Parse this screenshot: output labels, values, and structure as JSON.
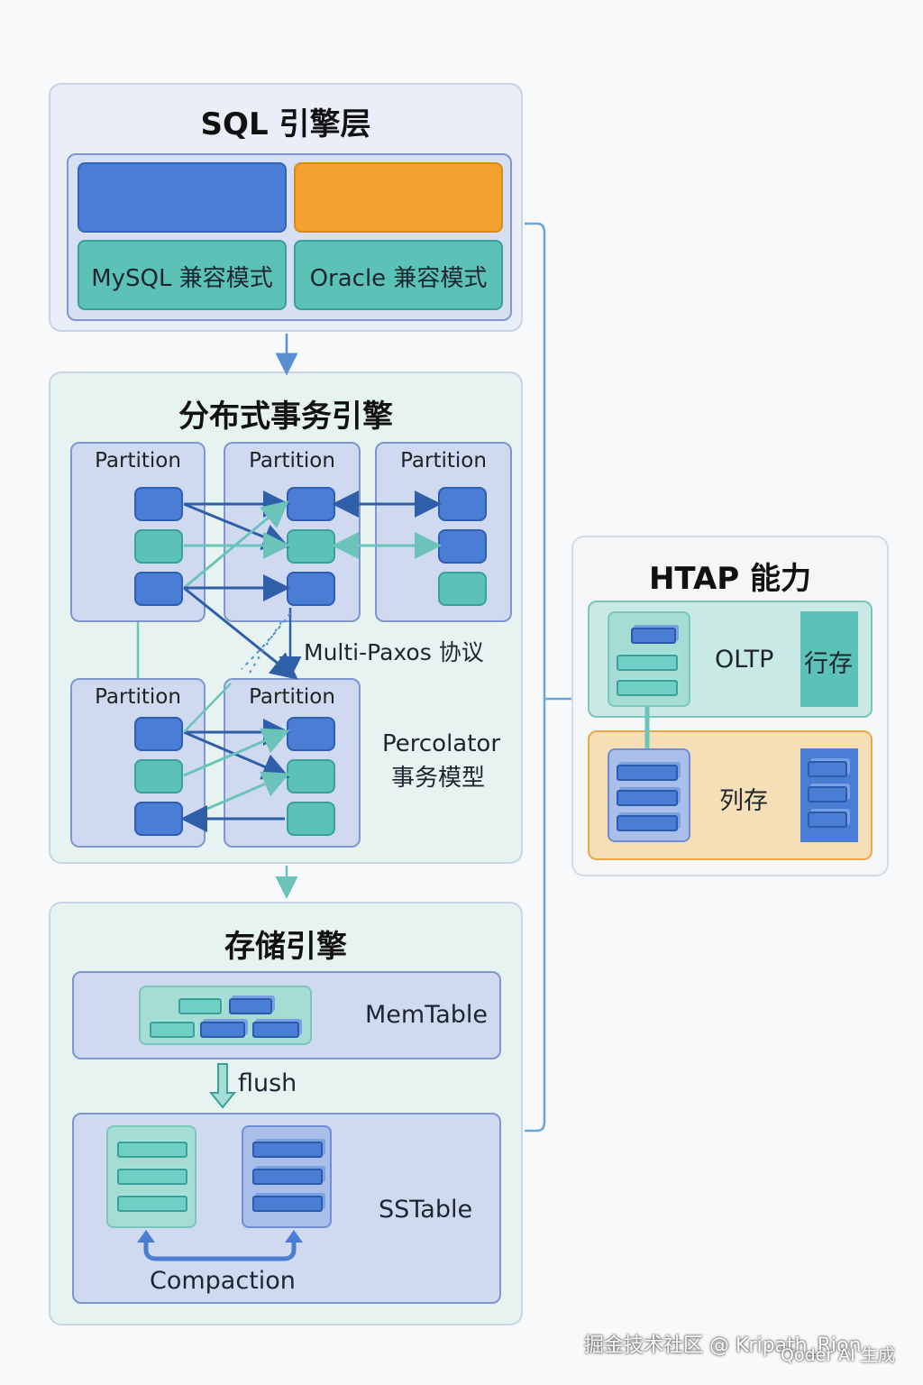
{
  "sql_layer": {
    "title": "SQL 引擎层",
    "mysql_label": "MySQL 兼容模式",
    "oracle_label": "Oracle 兼容模式"
  },
  "txn_engine": {
    "title": "分布式事务引擎",
    "partition_label": "Partition",
    "multipaxos_label": "Multi-Paxos 协议",
    "percolator_line1": "Percolator",
    "percolator_line2": "事务模型"
  },
  "storage_engine": {
    "title": "存储引擎",
    "memtable_label": "MemTable",
    "flush_label": "flush",
    "sstable_label": "SSTable",
    "compaction_label": "Compaction"
  },
  "htap": {
    "title": "HTAP 能力",
    "oltp_label": "OLTP",
    "row_store_label": "行存",
    "column_store_label": "列存"
  },
  "watermark": {
    "text": "掘金技术社区 @ Kripath_Rion",
    "sub": "Qoder AI 生成"
  },
  "colors": {
    "blue": "#4a7dd4",
    "orange": "#f3a12e",
    "teal": "#5cc1b6",
    "panel_border": "#c9d3e6"
  }
}
